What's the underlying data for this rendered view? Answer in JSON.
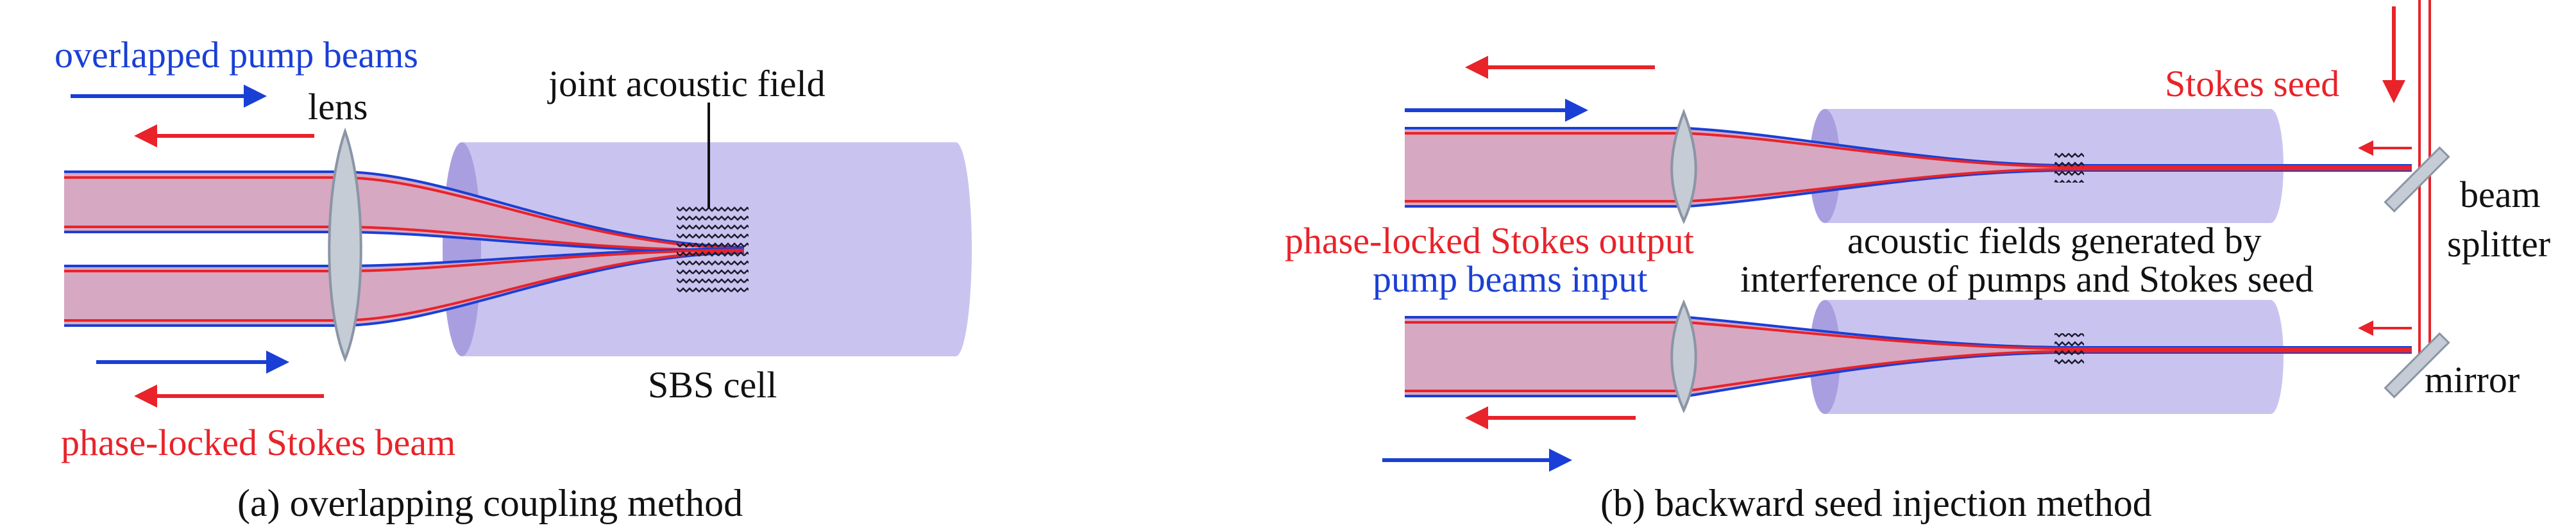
{
  "panel_a": {
    "label_pump": "overlapped pump beams",
    "label_lens": "lens",
    "label_acoustic": "joint acoustic field",
    "label_cell": "SBS cell",
    "label_stokes": "phase-locked Stokes beam",
    "caption": "(a) overlapping coupling method"
  },
  "panel_b": {
    "label_seed": "Stokes seed",
    "label_output": "phase-locked Stokes output",
    "label_input": "pump beams input",
    "label_acoustic_1": "acoustic fields generated by",
    "label_acoustic_2": "interference of pumps and  Stokes seed",
    "label_splitter_1": "beam",
    "label_splitter_2": "splitter",
    "label_mirror": "mirror",
    "caption": "(b) backward seed injection method"
  },
  "colors": {
    "pump_blue": "#1a3fd6",
    "stokes_red": "#e8232a",
    "cell_fill": "#c9c4ef",
    "beam_fill": "#d6a8c2",
    "lens_fill": "#c5ccd6"
  }
}
